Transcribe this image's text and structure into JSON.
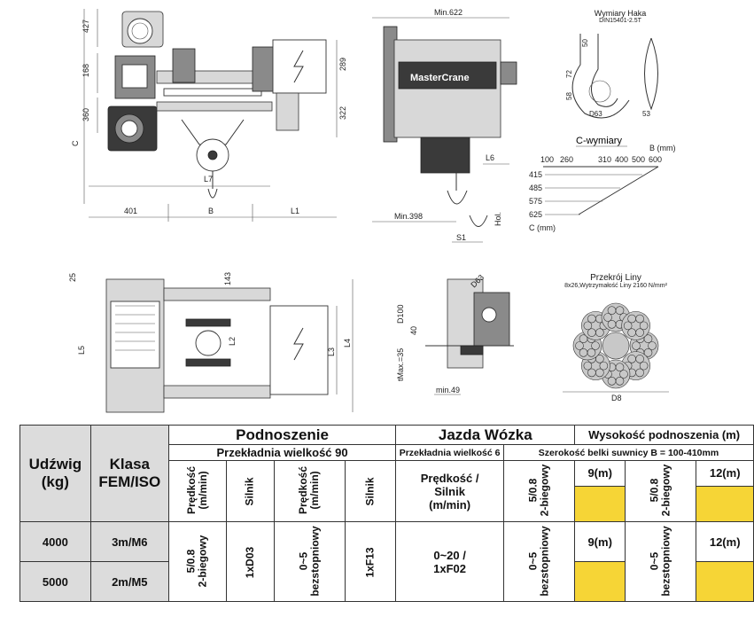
{
  "front_view": {
    "dims": {
      "h427": "427",
      "h168": "168",
      "h360": "360",
      "hC": "C",
      "h289": "289",
      "h322": "322",
      "L7": "L7",
      "w401": "401",
      "wB": "B",
      "L1": "L1"
    }
  },
  "side_view": {
    "brand": "MasterCrane",
    "dims": {
      "min622": "Min.622",
      "L6": "L6",
      "min398": "Min.398",
      "S1": "S1",
      "hol": "Hol."
    }
  },
  "hook": {
    "title": "Wymiary Haka",
    "standard": "DIN15401-2.5T",
    "dims": {
      "a": "50",
      "b": "72",
      "c": "58",
      "d": "D63",
      "e": "53"
    }
  },
  "c_dims": {
    "title": "C-wymiary",
    "b_label": "B (mm)",
    "c_label": "C (mm)",
    "b_values": [
      "100",
      "260",
      "310",
      "400",
      "500",
      "600"
    ],
    "c_values": [
      "415",
      "485",
      "575",
      "625"
    ]
  },
  "top_view": {
    "dims": {
      "d25": "25",
      "d143": "143",
      "L5": "L5",
      "L2": "L2",
      "L3": "L3",
      "L4": "L4"
    }
  },
  "trolley_detail": {
    "dims": {
      "d63": "D63",
      "d100": "D100",
      "d40": "40",
      "tmax": "tMax.=35",
      "min49": "min.49"
    }
  },
  "rope": {
    "title": "Przekrój Liny",
    "spec": "8x26,Wytrzymałość Liny 2160 N/mm²",
    "d8": "D8"
  },
  "table": {
    "h_capacity": "Udźwig\n(kg)",
    "h_class": "Klasa\nFEM/ISO",
    "h_lifting": "Podnoszenie",
    "h_gear90": "Przekładnia wielkość 90",
    "h_speed1": "Prędkość\n(m/min)",
    "h_motor1": "Silnik",
    "h_speed2": "Prędkość\n(m/min)",
    "h_motor2": "Silnik",
    "h_travel": "Jazda Wózka",
    "h_gear6": "Przekładnia wielkość 6",
    "h_travel_speed": "Prędkość /\nSilnik\n(m/min)",
    "h_lift_height": "Wysokość podnoszenia (m)",
    "h_beam": "Szerokość belki suwnicy B = 100-410mm",
    "h_2spd_a": "5/0.8\n2-biegowy",
    "h_9m_a": "9(m)",
    "h_2spd_b": "5/0.8\n2-biegowy",
    "h_12m_a": "12(m)",
    "rows": [
      {
        "capacity": "4000",
        "class": "3m/M6"
      },
      {
        "capacity": "5000",
        "class": "2m/M5"
      }
    ],
    "speed_val": "5/0.8\n2-biegowy",
    "motor_val": "1xD03",
    "speed2_val": "0~5\nbezstopniowy",
    "motor2_val": "1xF13",
    "travel_val": "0~20 /\n1xF02",
    "b_step_a": "0~5\nbezstopniowy",
    "h_9m_b": "9(m)",
    "b_step_b": "0~5\nbezstopniowy",
    "h_12m_b": "12(m)"
  }
}
